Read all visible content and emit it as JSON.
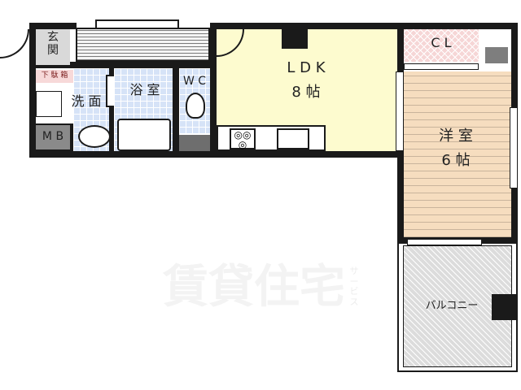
{
  "floor_plan": {
    "layout": "1LDK",
    "colors": {
      "ldk": "#fdfbcf",
      "western_room": "#f6ddbf",
      "closet": "#f6d6d6",
      "bath_tile": "#d6e3f7",
      "entrance": "#d9d9d9",
      "wall": "#1a1a1a",
      "balcony": "#dcdcdc"
    },
    "rooms": {
      "entrance": {
        "label": "玄\n関"
      },
      "shoe_box": {
        "label": "下 駄 箱"
      },
      "washroom": {
        "label": "洗 面"
      },
      "bathroom": {
        "label": "浴 室"
      },
      "toilet": {
        "label": "W C"
      },
      "meter_box": {
        "label": "M B"
      },
      "ldk": {
        "name": "L D K",
        "size": "8 帖"
      },
      "closet": {
        "label": "C L"
      },
      "western_room": {
        "name": "洋 室",
        "size": "6 帖"
      },
      "balcony": {
        "label": "バルコニー"
      }
    },
    "watermark": {
      "main": "賃貸住宅",
      "sub": "サービス"
    }
  }
}
